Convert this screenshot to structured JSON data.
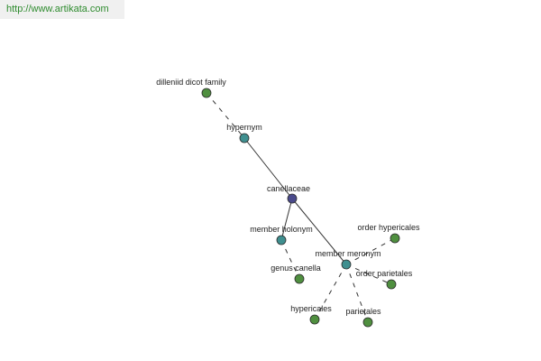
{
  "banner": {
    "url_text": "http://www.artikata.com"
  },
  "colors": {
    "center_node": "#4a4a8c",
    "relation_node": "#3f8f8f",
    "leaf_node": "#4f8f3f",
    "banner_text": "#2e8b2e"
  },
  "graph": {
    "nodes": [
      {
        "id": "dilleniid",
        "label": "dilleniid dicot family",
        "kind": "leaf"
      },
      {
        "id": "hypernym",
        "label": "hypernym",
        "kind": "relation"
      },
      {
        "id": "canellaceae",
        "label": "canellaceae",
        "kind": "center"
      },
      {
        "id": "member_holonym",
        "label": "member holonym",
        "kind": "relation"
      },
      {
        "id": "genus_canella",
        "label": "genus canella",
        "kind": "leaf"
      },
      {
        "id": "member_meronym",
        "label": "member meronym",
        "kind": "relation"
      },
      {
        "id": "order_hypericales",
        "label": "order hypericales",
        "kind": "leaf"
      },
      {
        "id": "order_parietales",
        "label": "order parietales",
        "kind": "leaf"
      },
      {
        "id": "hypericales",
        "label": "hypericales",
        "kind": "leaf"
      },
      {
        "id": "parietales",
        "label": "parietales",
        "kind": "leaf"
      }
    ],
    "edges": [
      {
        "from": "dilleniid",
        "to": "hypernym",
        "style": "dashed"
      },
      {
        "from": "hypernym",
        "to": "canellaceae",
        "style": "solid"
      },
      {
        "from": "canellaceae",
        "to": "member_holonym",
        "style": "solid"
      },
      {
        "from": "member_holonym",
        "to": "genus_canella",
        "style": "dashed"
      },
      {
        "from": "canellaceae",
        "to": "member_meronym",
        "style": "solid"
      },
      {
        "from": "member_meronym",
        "to": "order_hypericales",
        "style": "dashed"
      },
      {
        "from": "member_meronym",
        "to": "order_parietales",
        "style": "dashed"
      },
      {
        "from": "member_meronym",
        "to": "hypericales",
        "style": "dashed"
      },
      {
        "from": "member_meronym",
        "to": "parietales",
        "style": "dashed"
      }
    ]
  }
}
